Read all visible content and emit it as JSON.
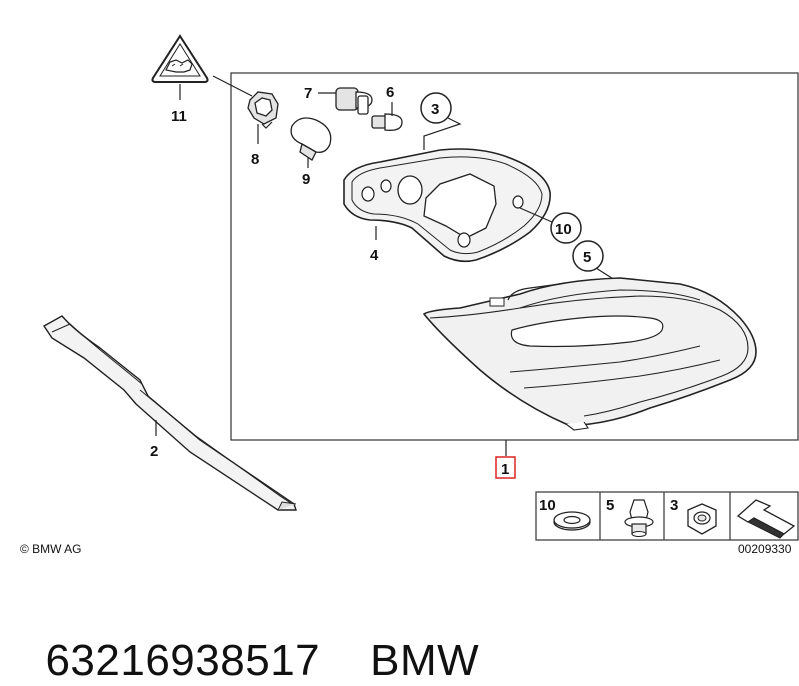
{
  "diagram": {
    "copyright": "© BMW AG",
    "drawing_number": "00209330",
    "highlighted_part": "1",
    "callouts": [
      "1",
      "2",
      "3",
      "4",
      "5",
      "6",
      "7",
      "8",
      "9",
      "10",
      "11"
    ],
    "legend": [
      {
        "number": "10",
        "icon": "washer-icon"
      },
      {
        "number": "5",
        "icon": "expanding-nut-icon"
      },
      {
        "number": "3",
        "icon": "hex-nut-icon"
      },
      {
        "number": "",
        "icon": "arrow-icon"
      }
    ]
  },
  "caption": {
    "part_number": "63216938517",
    "brand": "BMW"
  }
}
